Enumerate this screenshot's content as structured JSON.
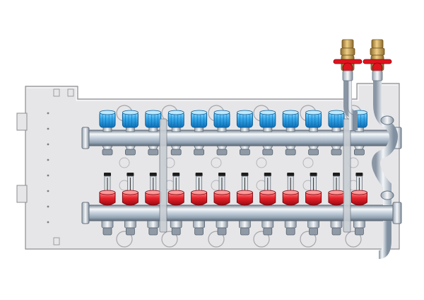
{
  "colors": {
    "background": "#ffffff",
    "plate": "#e4e4e6",
    "plate_edge": "#9a9a9e",
    "pipe_light": "#eef2f6",
    "pipe_mid": "#b7c5d3",
    "pipe_dark": "#6f7d8c",
    "supply_cap_top": "#7fd0ff",
    "supply_cap_bottom": "#1c8fd6",
    "flowmeter_top": "#ff6a6a",
    "flowmeter_bottom": "#c8101a",
    "flowmeter_cap": "#222222",
    "brass": "#c9a25a",
    "valve_handle": "#e0141e"
  },
  "manifold": {
    "supply_outlets": 12,
    "return_outlets": 12,
    "ball_valves": 2
  }
}
